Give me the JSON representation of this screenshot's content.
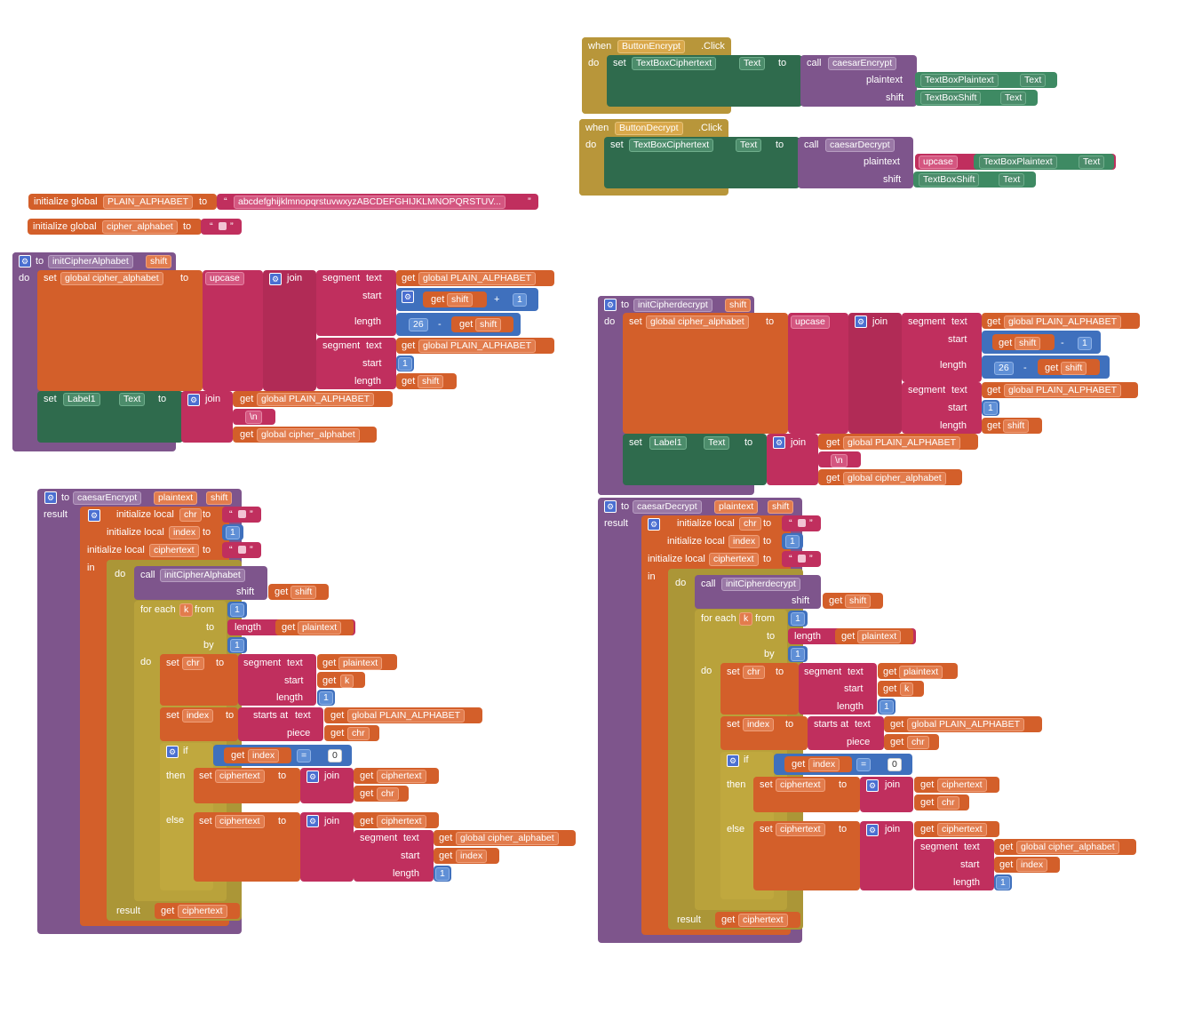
{
  "events": {
    "encrypt": {
      "when": "when",
      "component": "ButtonEncrypt",
      "event": ".Click",
      "do": "do",
      "set": "set",
      "target": "TextBoxCiphertext",
      "prop": "Text",
      "to": "to",
      "call": "call",
      "proc": "caesarEncrypt",
      "arg1": "plaintext",
      "arg1_comp": "TextBoxPlaintext",
      "arg1_prop": "Text",
      "arg2": "shift",
      "arg2_comp": "TextBoxShift",
      "arg2_prop": "Text"
    },
    "decrypt": {
      "when": "when",
      "component": "ButtonDecrypt",
      "event": ".Click",
      "do": "do",
      "set": "set",
      "target": "TextBoxCiphertext",
      "prop": "Text",
      "to": "to",
      "call": "call",
      "proc": "caesarDecrypt",
      "arg1": "plaintext",
      "upcase": "upcase",
      "arg1_comp": "TextBoxPlaintext",
      "arg1_prop": "Text",
      "arg2": "shift",
      "arg2_comp": "TextBoxShift",
      "arg2_prop": "Text"
    }
  },
  "globals": {
    "g1_label": "initialize global",
    "g1_name": "PLAIN_ALPHABET",
    "g1_to": "to",
    "g1_value": "abcdefghijklmnopqrstuvwxyzABCDEFGHIJKLMNOPQRSTUV...",
    "g2_label": "initialize global",
    "g2_name": "cipher_alphabet",
    "g2_to": "to"
  },
  "kw": {
    "to": "to",
    "do": "do",
    "set": "set",
    "get": "get",
    "join": "join",
    "segment": "segment",
    "text": "text",
    "start": "start",
    "length": "length",
    "upcase": "upcase",
    "plus": "+",
    "minus": "-",
    "eq": "=",
    "newline": "\\n",
    "result": "result",
    "in": "in",
    "call": "call",
    "shift": "shift",
    "for_each": "for each",
    "from": "from",
    "by": "by",
    "if": "if",
    "then": "then",
    "else": "else",
    "starts_at": "starts at",
    "piece": "piece",
    "init_local": "initialize local",
    "text_prop": "Text",
    "label1": "Label1",
    "q_open": "“",
    "q_close": "”"
  },
  "vars": {
    "global_cipher": "global cipher_alphabet",
    "global_plain": "global PLAIN_ALPHABET",
    "shift": "shift",
    "plaintext": "plaintext",
    "k": "k",
    "chr": "chr",
    "index": "index",
    "ciphertext": "ciphertext"
  },
  "nums": {
    "n1": "1",
    "n26": "26",
    "n0": "0"
  },
  "procs": {
    "initCipher": "initCipherAlphabet",
    "initDecrypt": "initCipherdecrypt",
    "caesarEncrypt": "caesarEncrypt",
    "caesarDecrypt": "caesarDecrypt",
    "param_shift": "shift",
    "param_plain": "plaintext"
  },
  "colors": {
    "procedure": "#7e558c",
    "control": "#ab9637",
    "variable": "#d35f2a",
    "component": "#2f6b4d",
    "text": "#c02f5e",
    "math": "#3f70bd"
  }
}
